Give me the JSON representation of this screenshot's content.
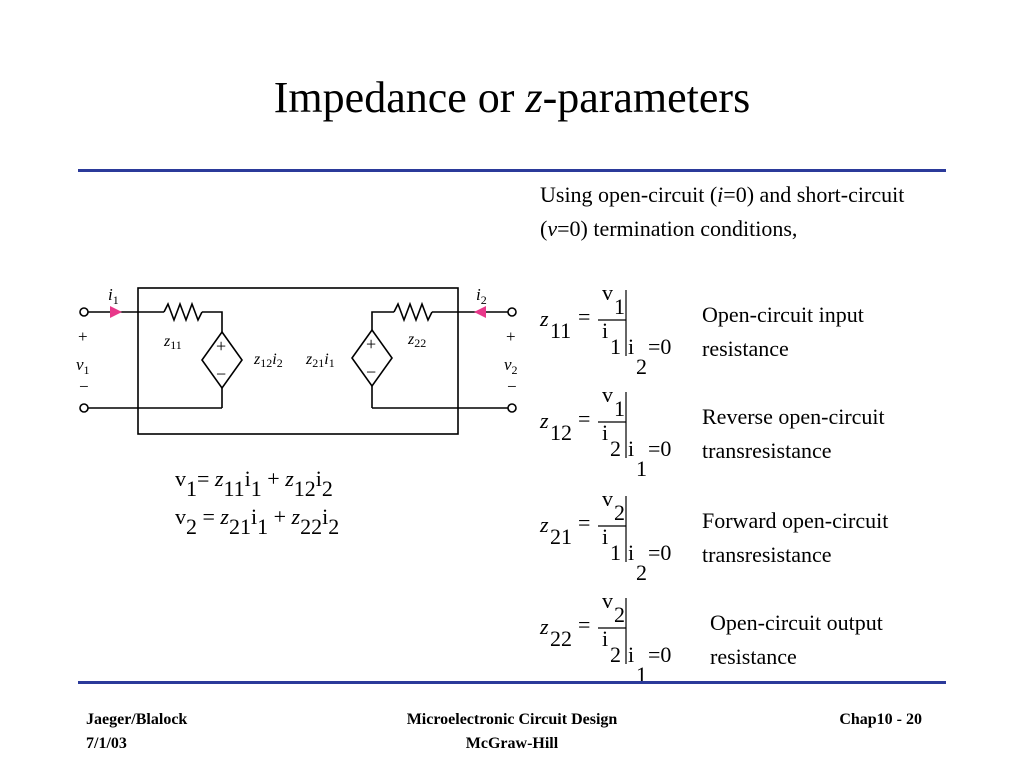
{
  "slide": {
    "title_part1": "Impedance or ",
    "title_italic": "z",
    "title_part2": "-parameters",
    "intro": {
      "t1": "Using open-circuit (",
      "t1_var": "i",
      "t2": "=0) and short-circuit (",
      "t2_var": "v",
      "t3": "=0) termination conditions,"
    },
    "circuit": {
      "i1": "i",
      "i1_sub": "1",
      "i2": "i",
      "i2_sub": "2",
      "z11": "z",
      "z11_sub": "11",
      "z22": "z",
      "z22_sub": "22",
      "z12i2": "z",
      "z12i2_sub": "12",
      "z12i2_i": "i",
      "z12i2_isub": "2",
      "z21i1": "z",
      "z21i1_sub": "21",
      "z21i1_i": "i",
      "z21i1_isub": "1",
      "v1": "v",
      "v1_sub": "1",
      "v2": "v",
      "v2_sub": "2",
      "plus": "+",
      "minus": "−"
    },
    "equations": {
      "eq1": {
        "lhs": "v",
        "lhs_sub": "1",
        "eq": "= ",
        "z1": "z",
        "z1_sub": "11",
        "i1": "i",
        "i1_sub": "1",
        "plus": " + ",
        "z2": "z",
        "z2_sub": "12",
        "i2": "i",
        "i2_sub": "2"
      },
      "eq2": {
        "lhs": "v",
        "lhs_sub": "2",
        "eq": " = ",
        "z1": "z",
        "z1_sub": "21",
        "i1": "i",
        "i1_sub": "1",
        "plus": " + ",
        "z2": "z",
        "z2_sub": "22",
        "i2": "i",
        "i2_sub": "2"
      }
    },
    "zparams": [
      {
        "z": "z",
        "zsub": "11",
        "eq": "=",
        "num": "v",
        "num_sub": "1",
        "den": "i",
        "den_sub": "1",
        "cond": "i",
        "cond_sub": "2",
        "cond_val": "=0",
        "desc": "Open-circuit input resistance"
      },
      {
        "z": "z",
        "zsub": "12",
        "eq": "=",
        "num": "v",
        "num_sub": "1",
        "den": "i",
        "den_sub": "2",
        "cond": "i",
        "cond_sub": "1",
        "cond_val": "=0",
        "desc": "Reverse open-circuit transresistance"
      },
      {
        "z": "z",
        "zsub": "21",
        "eq": "=",
        "num": "v",
        "num_sub": "2",
        "den": "i",
        "den_sub": "1",
        "cond": "i",
        "cond_sub": "2",
        "cond_val": "=0",
        "desc": "Forward open-circuit transresistance"
      },
      {
        "z": "z",
        "zsub": "22",
        "eq": "=",
        "num": "v",
        "num_sub": "2",
        "den": "i",
        "den_sub": "2",
        "cond": "i",
        "cond_sub": "1",
        "cond_val": "=0",
        "desc": "Open-circuit output resistance"
      }
    ],
    "footer": {
      "left1": "Jaeger/Blalock",
      "left2": "7/1/03",
      "center1": "Microelectronic Circuit Design",
      "center2": "McGraw-Hill",
      "right": "Chap10 - 20"
    },
    "colors": {
      "rule": "#2b3a9a",
      "arrow": "#e8388a"
    }
  }
}
